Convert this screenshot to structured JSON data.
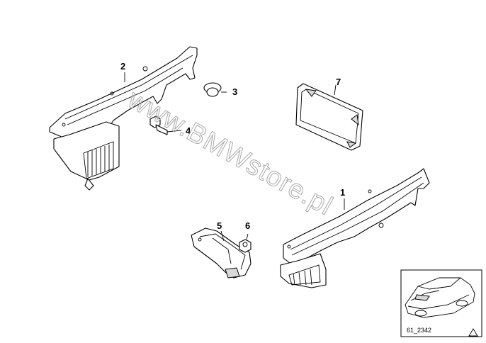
{
  "callouts": {
    "c1": "1",
    "c2": "2",
    "c3": "3",
    "c4": "4",
    "c5": "5",
    "c6": "6",
    "c7": "7"
  },
  "watermark": "www.BMWstore.pl",
  "thumbnail": {
    "code": "61_2342"
  },
  "icons": {
    "corner": "triangle-icon"
  }
}
